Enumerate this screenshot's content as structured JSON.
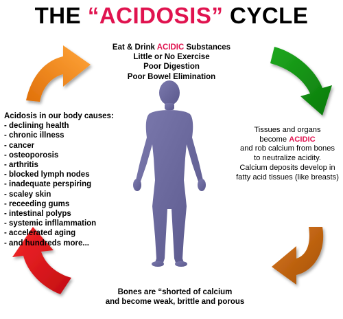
{
  "title": {
    "before": "THE ",
    "highlight": "“ACIDOSIS”",
    "after": " CYCLE"
  },
  "top_text": {
    "line1_before": "Eat & Drink ",
    "line1_highlight": "ACIDIC",
    "line1_after": " Substances",
    "line2": "Little or No Exercise",
    "line3": "Poor Digestion",
    "line4": "Poor Bowel Elimination"
  },
  "left_text": {
    "heading": "Acidosis in our body causes:",
    "items": [
      "- declining health",
      "- chronic illness",
      "- cancer",
      "- osteoporosis",
      "- arthritis",
      "- blocked lymph nodes",
      "- inadequate perspiring",
      "- scaley skin",
      "- receeding gums",
      "- intestinal polyps",
      "- systemic infllammation",
      "- accelerated aging",
      "- and hundreds more..."
    ]
  },
  "right_text": {
    "line1": "Tissues and organs",
    "line2_before": "become ",
    "line2_highlight": "ACIDIC",
    "line3": "and rob calcium from bones",
    "line4": "to neutralize acidity.",
    "line5": "Calcium deposits develop in",
    "line6": "fatty acid tissues (like breasts)"
  },
  "bottom_text": {
    "line1": "Bones are “shorted of calcium",
    "line2": "and become weak, brittle and porous"
  },
  "colors": {
    "highlight": "#e0134f",
    "arrow_top_left": "#f28c1c",
    "arrow_top_right": "#129412",
    "arrow_bottom_right": "#c9650e",
    "arrow_bottom_left": "#e8141b",
    "figure": "#6d6b9e"
  }
}
